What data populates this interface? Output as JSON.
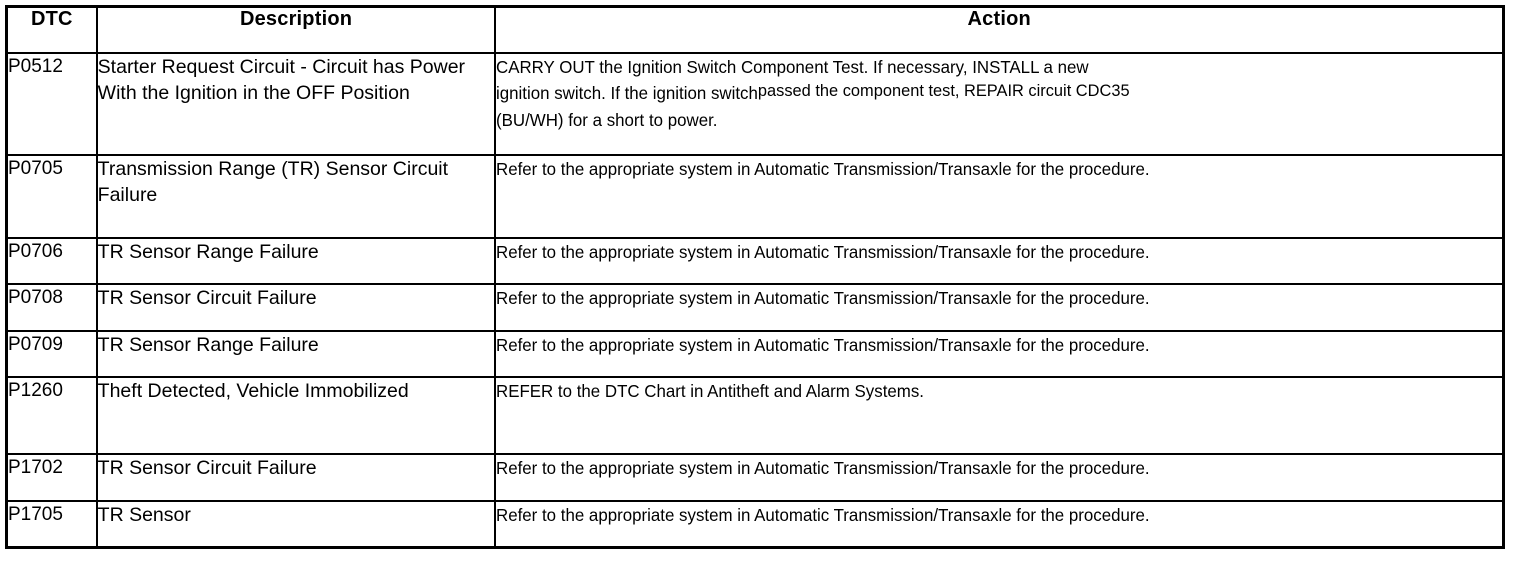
{
  "table": {
    "headers": {
      "dtc": "DTC",
      "description": "Description",
      "action": "Action"
    },
    "rows": [
      {
        "dtc": "P0512",
        "description": "Starter Request Circuit - Circuit has Power With the Ignition in the OFF Position",
        "action_line1": "CARRY OUT the Ignition Switch Component Test.  If necessary, INSTALL a new",
        "action_line2a": "ignition switch. If the ignition switch",
        "action_line2b": "passed the component test,  REPAIR circuit  CDC35",
        "action_line3": "(BU/WH) for a short to power.",
        "action": "CARRY OUT the Ignition Switch Component Test. If necessary, INSTALL a new ignition switch. If the ignition switch passed the component test, REPAIR circuit CDC35 (BU/WH) for a short to power."
      },
      {
        "dtc": "P0705",
        "description": "Transmission Range (TR) Sensor Circuit Failure",
        "action": "Refer to the appropriate system in Automatic Transmission/Transaxle for the procedure."
      },
      {
        "dtc": "P0706",
        "description": "TR Sensor Range Failure",
        "action": "Refer to the appropriate system in Automatic Transmission/Transaxle for the procedure."
      },
      {
        "dtc": "P0708",
        "description": "TR Sensor Circuit Failure",
        "action": "Refer to the appropriate system in Automatic Transmission/Transaxle for the procedure."
      },
      {
        "dtc": "P0709",
        "description": "TR Sensor Range Failure",
        "action": "Refer to the appropriate system in Automatic Transmission/Transaxle for the procedure."
      },
      {
        "dtc": "P1260",
        "description": "Theft Detected, Vehicle Immobilized",
        "action": "REFER to the DTC Chart in Antitheft and Alarm Systems."
      },
      {
        "dtc": "P1702",
        "description": "TR Sensor Circuit Failure",
        "action": "Refer to the appropriate system in Automatic Transmission/Transaxle for the procedure."
      },
      {
        "dtc": "P1705",
        "description": "TR Sensor",
        "action": "Refer to the appropriate system in Automatic Transmission/Transaxle for the procedure."
      }
    ]
  },
  "colors": {
    "border": "#000000",
    "text": "#000000",
    "background": "#ffffff"
  }
}
